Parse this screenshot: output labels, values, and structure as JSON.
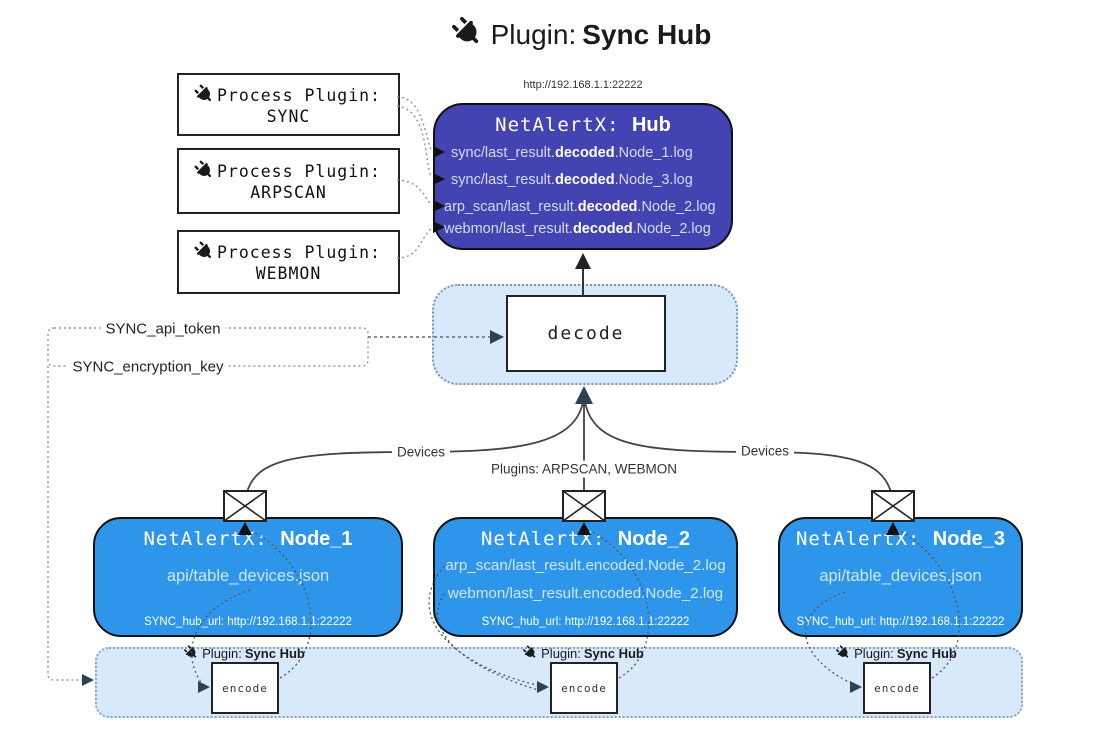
{
  "title": {
    "prefix": "Plugin: ",
    "name": "Sync Hub"
  },
  "process_plugins": [
    {
      "label": "Process Plugin:",
      "name": "SYNC"
    },
    {
      "label": "Process Plugin:",
      "name": "ARPSCAN"
    },
    {
      "label": "Process Plugin:",
      "name": "WEBMON"
    }
  ],
  "hub": {
    "url": "http://192.168.1.1:22222",
    "title_prefix": "NetAlertX: ",
    "name": "Hub",
    "lines": [
      {
        "pre": "sync/last_result.",
        "bold": "decoded",
        "post": ".Node_1.log"
      },
      {
        "pre": "sync/last_result.",
        "bold": "decoded",
        "post": ".Node_3.log"
      },
      {
        "pre": "arp_scan/last_result.",
        "bold": "decoded",
        "post": ".Node_2.log"
      },
      {
        "pre": "webmon/last_result.",
        "bold": "decoded",
        "post": ".Node_2.log"
      }
    ]
  },
  "decode": {
    "label": "decode"
  },
  "tokens": {
    "api_token": "SYNC_api_token",
    "encryption_key": "SYNC_encryption_key"
  },
  "edge_labels": {
    "devices_left": "Devices",
    "devices_right": "Devices",
    "plugins_center": "Plugins: ARPSCAN, WEBMON"
  },
  "nodes": [
    {
      "title_prefix": "NetAlertX: ",
      "name": "Node_1",
      "files": [
        "api/table_devices.json"
      ],
      "hub_url": "SYNC_hub_url: http://192.168.1.1:22222"
    },
    {
      "title_prefix": "NetAlertX: ",
      "name": "Node_2",
      "files": [
        "arp_scan/last_result.encoded.Node_2.log",
        "webmon/last_result.encoded.Node_2.log"
      ],
      "hub_url": "SYNC_hub_url: http://192.168.1.1:22222"
    },
    {
      "title_prefix": "NetAlertX: ",
      "name": "Node_3",
      "files": [
        "api/table_devices.json"
      ],
      "hub_url": "SYNC_hub_url: http://192.168.1.1:22222"
    }
  ],
  "encode_sections": [
    {
      "label_prefix": "Plugin: ",
      "label_bold": "Sync Hub",
      "box_label": "encode"
    },
    {
      "label_prefix": "Plugin: ",
      "label_bold": "Sync Hub",
      "box_label": "encode"
    },
    {
      "label_prefix": "Plugin: ",
      "label_bold": "Sync Hub",
      "box_label": "encode"
    }
  ],
  "colors": {
    "hub_bg": "#4343b2",
    "node_bg": "#2e96ea",
    "panel_bg": "#d8e9fb",
    "line": "#444444",
    "accent_arrow": "#2e4053"
  }
}
